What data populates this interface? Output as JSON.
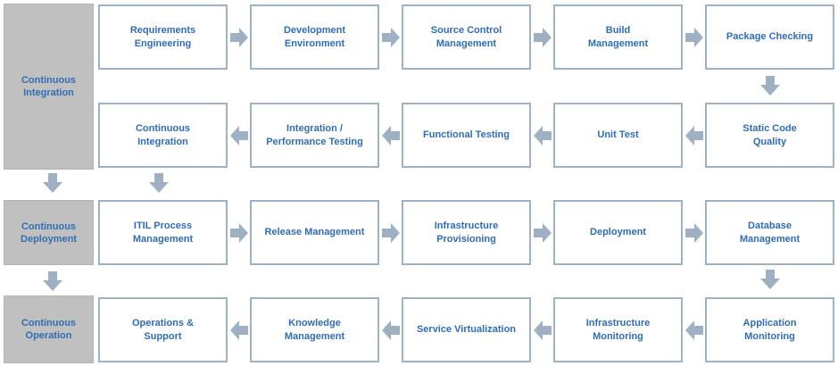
{
  "colors": {
    "box_border": "#9db2c7",
    "text": "#2f6db5",
    "phase_bg": "#c0c0c0",
    "arrow": "#9fb0c2"
  },
  "phases": {
    "ci": "Continuous\nIntegration",
    "cd": "Continuous\nDeployment",
    "co": "Continuous\nOperation"
  },
  "steps": {
    "requirements": "Requirements\nEngineering",
    "dev_env": "Development\nEnvironment",
    "scm": "Source Control\nManagement",
    "build": "Build\nManagement",
    "package": "Package Checking",
    "static_code": "Static Code\nQuality",
    "unit_test": "Unit Test",
    "functional": "Functional Testing",
    "integration_perf": "Integration /\nPerformance Testing",
    "ci_step": "Continuous\nIntegration",
    "itil": "ITIL Process\nManagement",
    "release": "Release Management",
    "infra_prov": "Infrastructure\nProvisioning",
    "deployment": "Deployment",
    "database": "Database\nManagement",
    "app_mon": "Application\nMonitoring",
    "infra_mon": "Infrastructure\nMonitoring",
    "service_virt": "Service Virtualization",
    "knowledge": "Knowledge\nManagement",
    "ops_support": "Operations &\nSupport"
  }
}
